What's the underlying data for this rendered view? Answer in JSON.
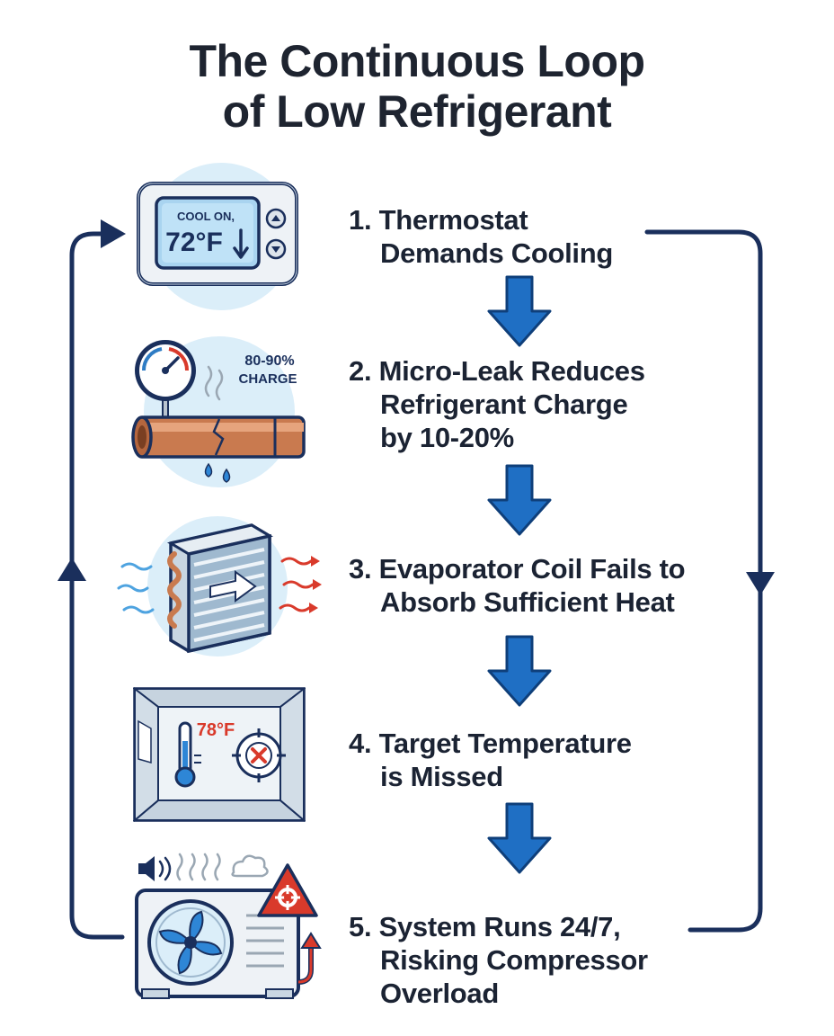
{
  "title": {
    "line1": "The Continuous Loop",
    "line2": "of Low Refrigerant"
  },
  "steps": [
    {
      "lines": [
        "1. Thermostat",
        "Demands Cooling"
      ]
    },
    {
      "lines": [
        "2. Micro-Leak Reduces",
        "Refrigerant Charge",
        "by 10-20%"
      ]
    },
    {
      "lines": [
        "3. Evaporator Coil Fails to",
        "Absorb Sufficient Heat"
      ]
    },
    {
      "lines": [
        "4. Target Temperature",
        "is Missed"
      ]
    },
    {
      "lines": [
        "5. System Runs 24/7,",
        "Risking Compressor",
        "Overload"
      ]
    }
  ],
  "icons": {
    "thermostat": {
      "name": "thermostat-icon",
      "line1": "COOL ON,",
      "temp": "72°F"
    },
    "leak": {
      "name": "leaking-pipe-gauge-icon",
      "line1": "80-90%",
      "line2": "CHARGE"
    },
    "coil": {
      "name": "evaporator-coil-icon"
    },
    "room": {
      "name": "room-temperature-missed-icon",
      "temp": "78°F"
    },
    "unit": {
      "name": "overloaded-outdoor-unit-icon"
    }
  },
  "colors": {
    "navy": "#1a2f5c",
    "arrow_blue": "#1f6fc4",
    "arrow_outline": "#0f3f7a",
    "circle_bg": "#dbeef9",
    "warning_red": "#d93a2b"
  }
}
